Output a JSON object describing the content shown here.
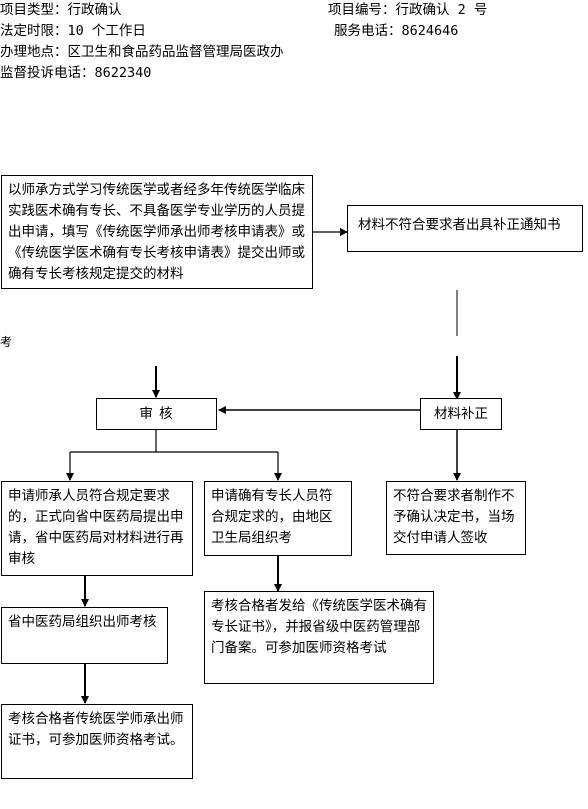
{
  "header": {
    "project_type": "项目类型：行政确认",
    "project_no": "项目编号：行政确认 2 号",
    "time_limit": "法定时限：10 个工作日",
    "service_phone": "服务电话：8624646",
    "location": "办理地点：区卫生和食品药品监督管理局医政办",
    "complaint_phone": "监督投诉电话：8622340"
  },
  "side_label": "考",
  "boxes": {
    "apply": "以师承方式学习传统医学或者经多年传统医学临床实践医术确有专长、不具备医学专业学历的人员提出申请，填写《传统医学师承出师考核申请表》或《传统医学医术确有专长考核申请表》提交出师或确有专长考核规定提交的材料",
    "notice": "材料不符合要求者出具补正通知书",
    "review": "审  核",
    "supplement": "材料补正",
    "mentor_apply": "申请师承人员符合规定要求的，正式向省中医药局提出申请，省中医药局对材料进行再审核",
    "specialty_apply": "申请确有专长人员符合规定求的，由地区卫生局组织考",
    "reject": "不符合要求者制作不予确认决定书，当场交付申请人签收",
    "mentor_exam": "省中医药局组织出师考核",
    "specialty_cert": "考核合格者发给《传统医学医术确有专长证书》，并报省级中医药管理部门备案。可参加医师资格考试",
    "mentor_cert": "考核合格者传统医学师承出师证书，可参加医师资格考试。"
  }
}
